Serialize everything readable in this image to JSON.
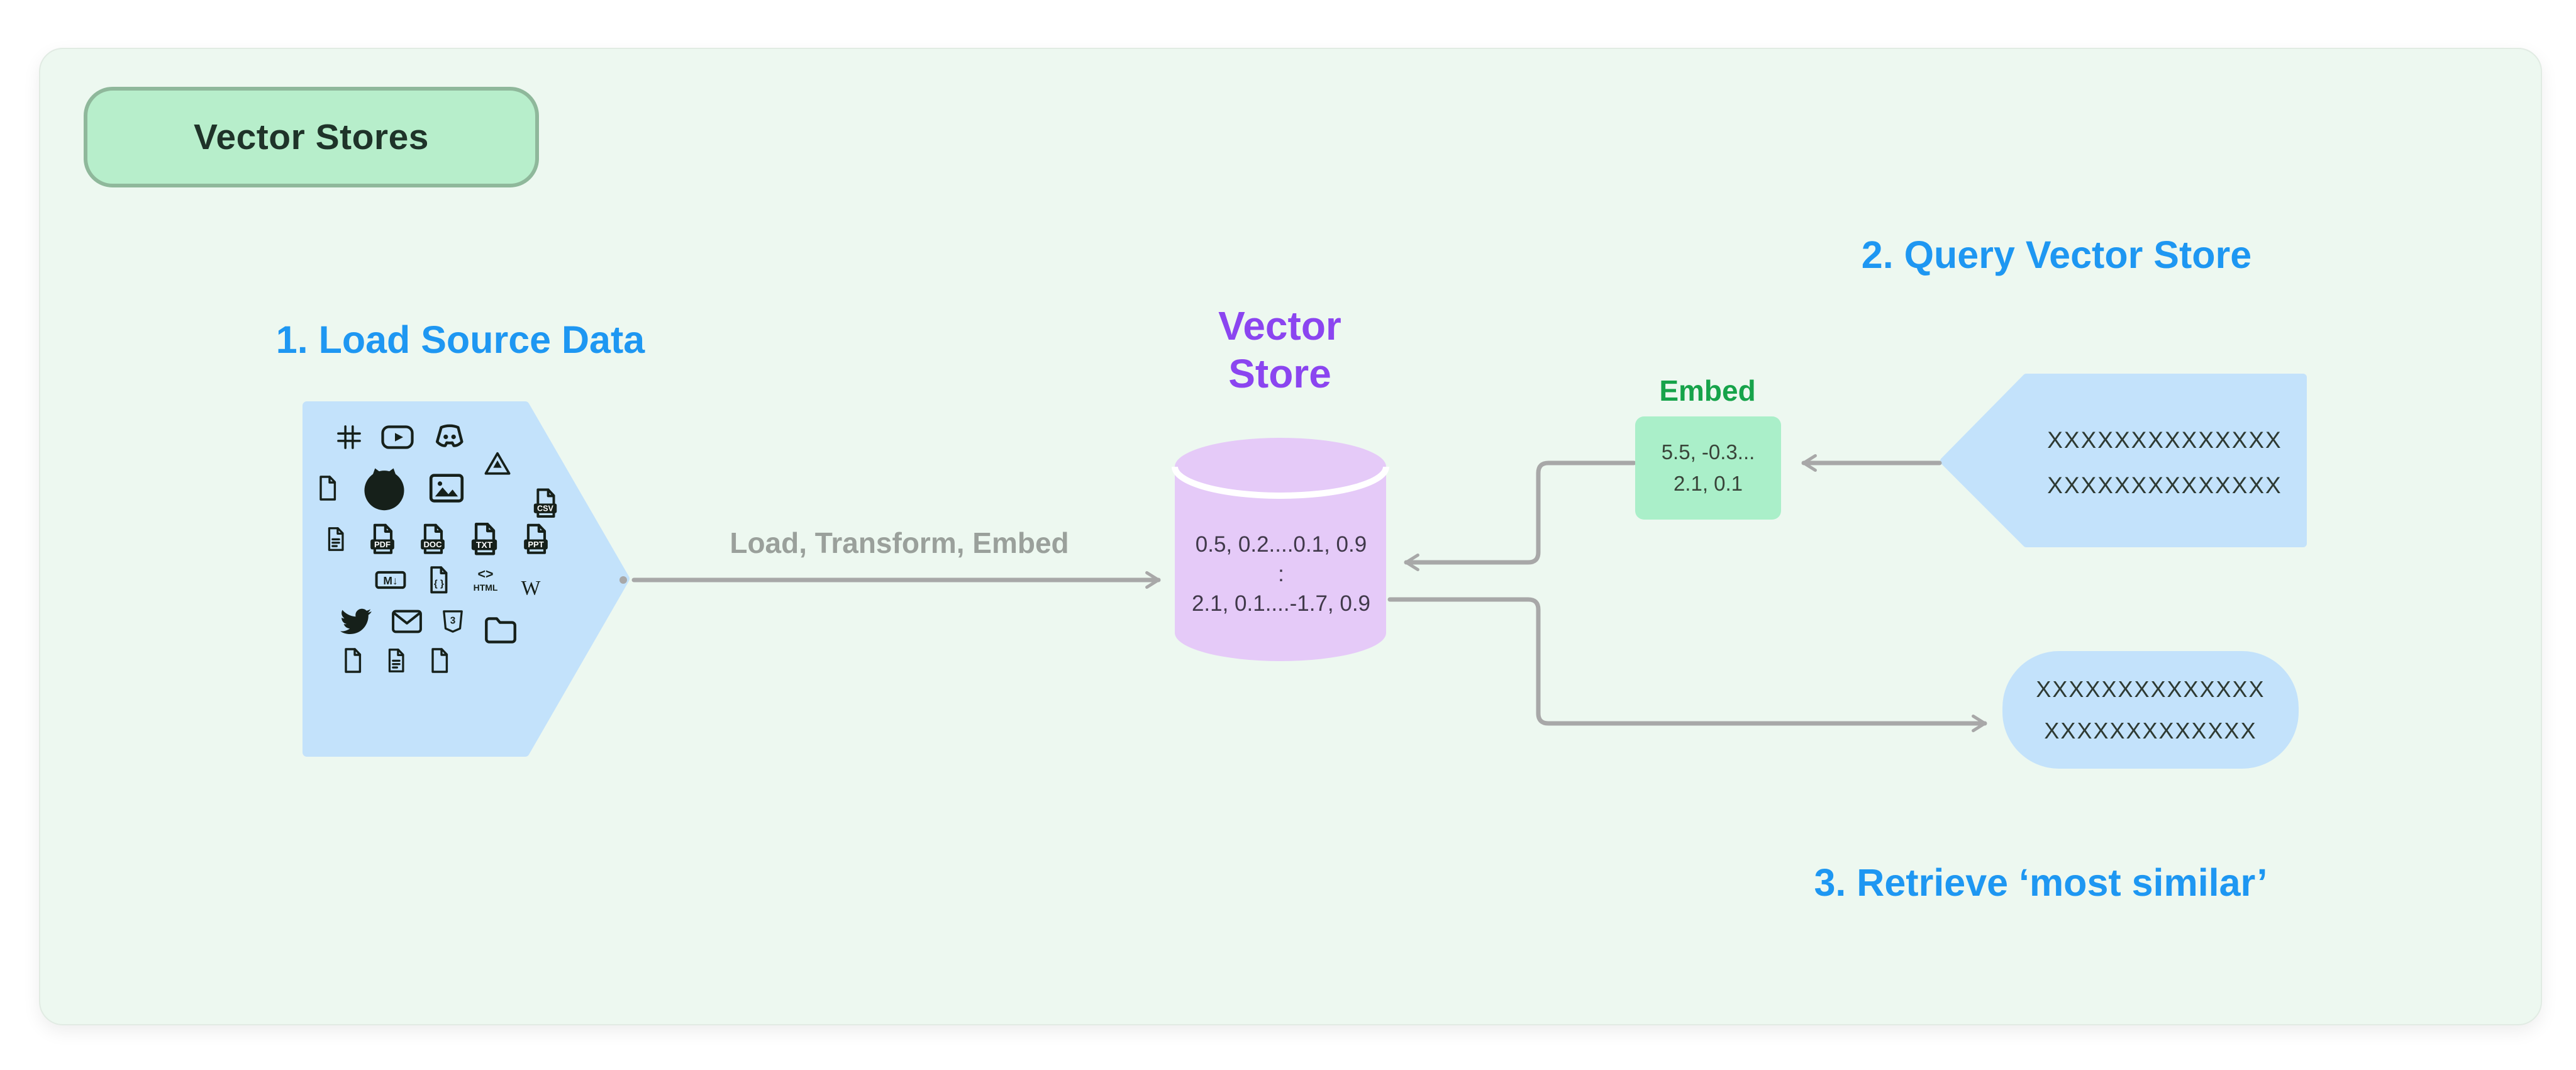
{
  "badge": {
    "label": "Vector Stores"
  },
  "headings": {
    "step1": "1. Load Source Data",
    "step2": "2. Query Vector Store",
    "step3": "3. Retrieve ‘most similar’"
  },
  "load_arrow": {
    "label": "Load, Transform, Embed"
  },
  "source_shape": {
    "icon_rows": [
      [
        "slack",
        "youtube",
        "discord"
      ],
      [
        "file-blank",
        "github",
        "image",
        "google-drive",
        "csv-file"
      ],
      [
        "file-lines",
        "pdf-file",
        "doc-file",
        "txt-file",
        "ppt-file"
      ],
      [
        "markdown",
        "code-file",
        "html",
        "wikipedia"
      ],
      [
        "twitter",
        "email",
        "css3",
        "folder"
      ],
      [
        "file-blank",
        "file-lines",
        "file-blank"
      ]
    ]
  },
  "vector_store": {
    "title_line1": "Vector",
    "title_line2": "Store",
    "contents": [
      "0.5, 0.2....0.1, 0.9",
      ":",
      "2.1, 0.1....-1.7, 0.9"
    ]
  },
  "embed": {
    "label": "Embed",
    "lines": [
      "5.5, -0.3...",
      "2.1, 0.1"
    ]
  },
  "query_shape": {
    "lines": [
      "XXXXXXXXXXXXXX",
      "XXXXXXXXXXXXXX"
    ]
  },
  "result_shape": {
    "lines": [
      "XXXXXXXXXXXXXX",
      "XXXXXXXXXXXXX"
    ]
  },
  "colors": {
    "heading_blue": "#1e97f2",
    "store_purple": "#8b45f0",
    "embed_green": "#16a34a",
    "badge_fill": "#b7eecb",
    "badge_border": "#8fb89b",
    "shape_blue": "#c3e2fb",
    "cylinder_purple": "#e5caf8",
    "embed_box_green": "#aaefc9",
    "connector_gray": "#a8a8a8",
    "card_background": "#edf8f0"
  }
}
